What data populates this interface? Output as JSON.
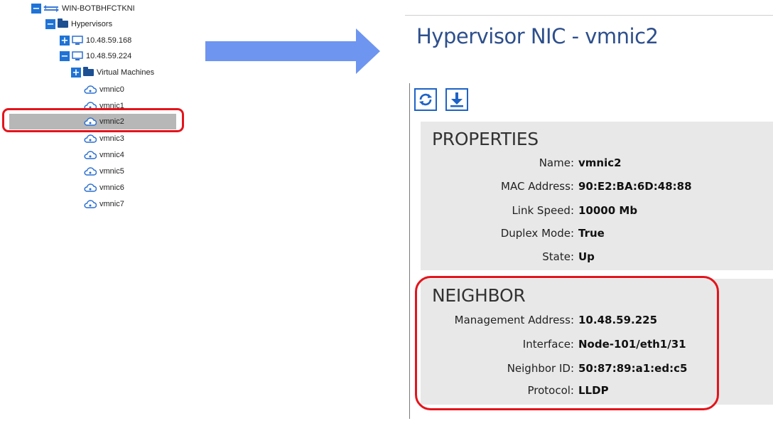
{
  "tree": {
    "root": "WIN-BOTBHFCTKNI",
    "hypervisors": "Hypervisors",
    "hosts": [
      "10.48.59.168",
      "10.48.59.224"
    ],
    "virtual_machines": "Virtual Machines",
    "nics": [
      "vmnic0",
      "vmnic1",
      "vmnic2",
      "vmnic3",
      "vmnic4",
      "vmnic5",
      "vmnic6",
      "vmnic7"
    ],
    "selected": "vmnic2"
  },
  "detail": {
    "title": "Hypervisor NIC - vmnic2",
    "toolbar": {
      "refresh_icon": "refresh-icon",
      "download_icon": "download-icon"
    },
    "properties": {
      "heading": "PROPERTIES",
      "rows": [
        {
          "label": "Name:",
          "value": "vmnic2"
        },
        {
          "label": "MAC Address:",
          "value": "90:E2:BA:6D:48:88"
        },
        {
          "label": "Link Speed:",
          "value": "10000 Mb"
        },
        {
          "label": "Duplex Mode:",
          "value": "True"
        },
        {
          "label": "State:",
          "value": "Up"
        }
      ]
    },
    "neighbor": {
      "heading": "NEIGHBOR",
      "rows": [
        {
          "label": "Management Address:",
          "value": "10.48.59.225"
        },
        {
          "label": "Interface:",
          "value": "Node-101/eth1/31"
        },
        {
          "label": "Neighbor ID:",
          "value": "50:87:89:a1:ed:c5"
        },
        {
          "label": "Protocol:",
          "value": "LLDP"
        }
      ]
    }
  },
  "colors": {
    "accent": "#1f73d6",
    "highlight": "#e4141b",
    "title": "#2d4f8c",
    "arrow": "#6e95f0",
    "panel": "#e8e8e8"
  }
}
